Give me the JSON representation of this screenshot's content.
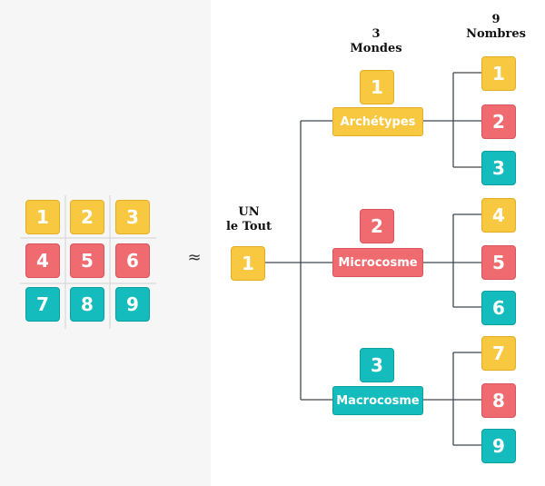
{
  "grid": {
    "tiles": [
      "1",
      "2",
      "3",
      "4",
      "5",
      "6",
      "7",
      "8",
      "9"
    ]
  },
  "approx_symbol": "≈",
  "root": {
    "heading_line1": "UN",
    "heading_line2": "le Tout",
    "number": "1"
  },
  "worlds_header": {
    "count": "3",
    "label": "Mondes"
  },
  "numbers_header": {
    "count": "9",
    "label": "Nombres"
  },
  "worlds": [
    {
      "number": "1",
      "name": "Archétypes",
      "children": [
        "1",
        "2",
        "3"
      ]
    },
    {
      "number": "2",
      "name": "Microcosme",
      "children": [
        "4",
        "5",
        "6"
      ]
    },
    {
      "number": "3",
      "name": "Macrocosme",
      "children": [
        "7",
        "8",
        "9"
      ]
    }
  ],
  "colors": {
    "yellow": "#f8c840",
    "red": "#ef6b6f",
    "teal": "#15bcbd",
    "line": "#3d4852"
  }
}
